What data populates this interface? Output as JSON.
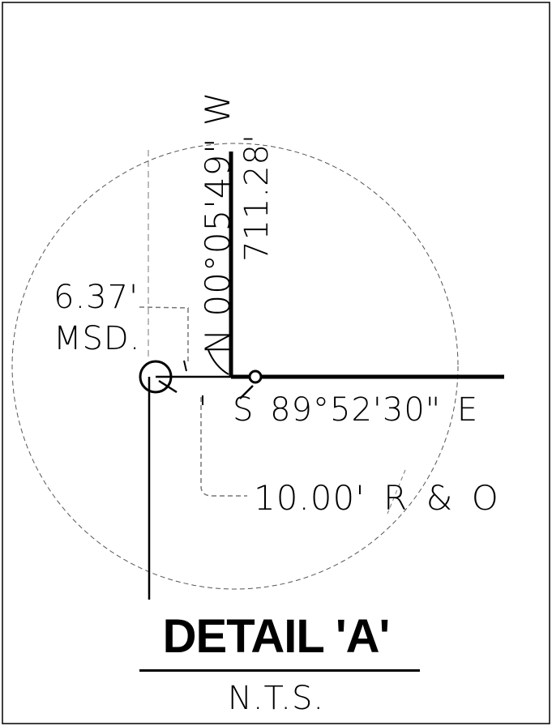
{
  "detail": {
    "title": "DETAIL 'A'",
    "scale_note": "N.T.S."
  },
  "labels": {
    "bearing_vertical": "N 00°05'49\" W",
    "distance_vertical": "711.28'",
    "msd_distance": "6.37'",
    "msd_label": "MSD.",
    "bearing_horizontal": "S 89°52'30\" E",
    "ro_label": "10.00' R & O"
  },
  "colors": {
    "ink": "#000000",
    "background": "#ffffff"
  }
}
